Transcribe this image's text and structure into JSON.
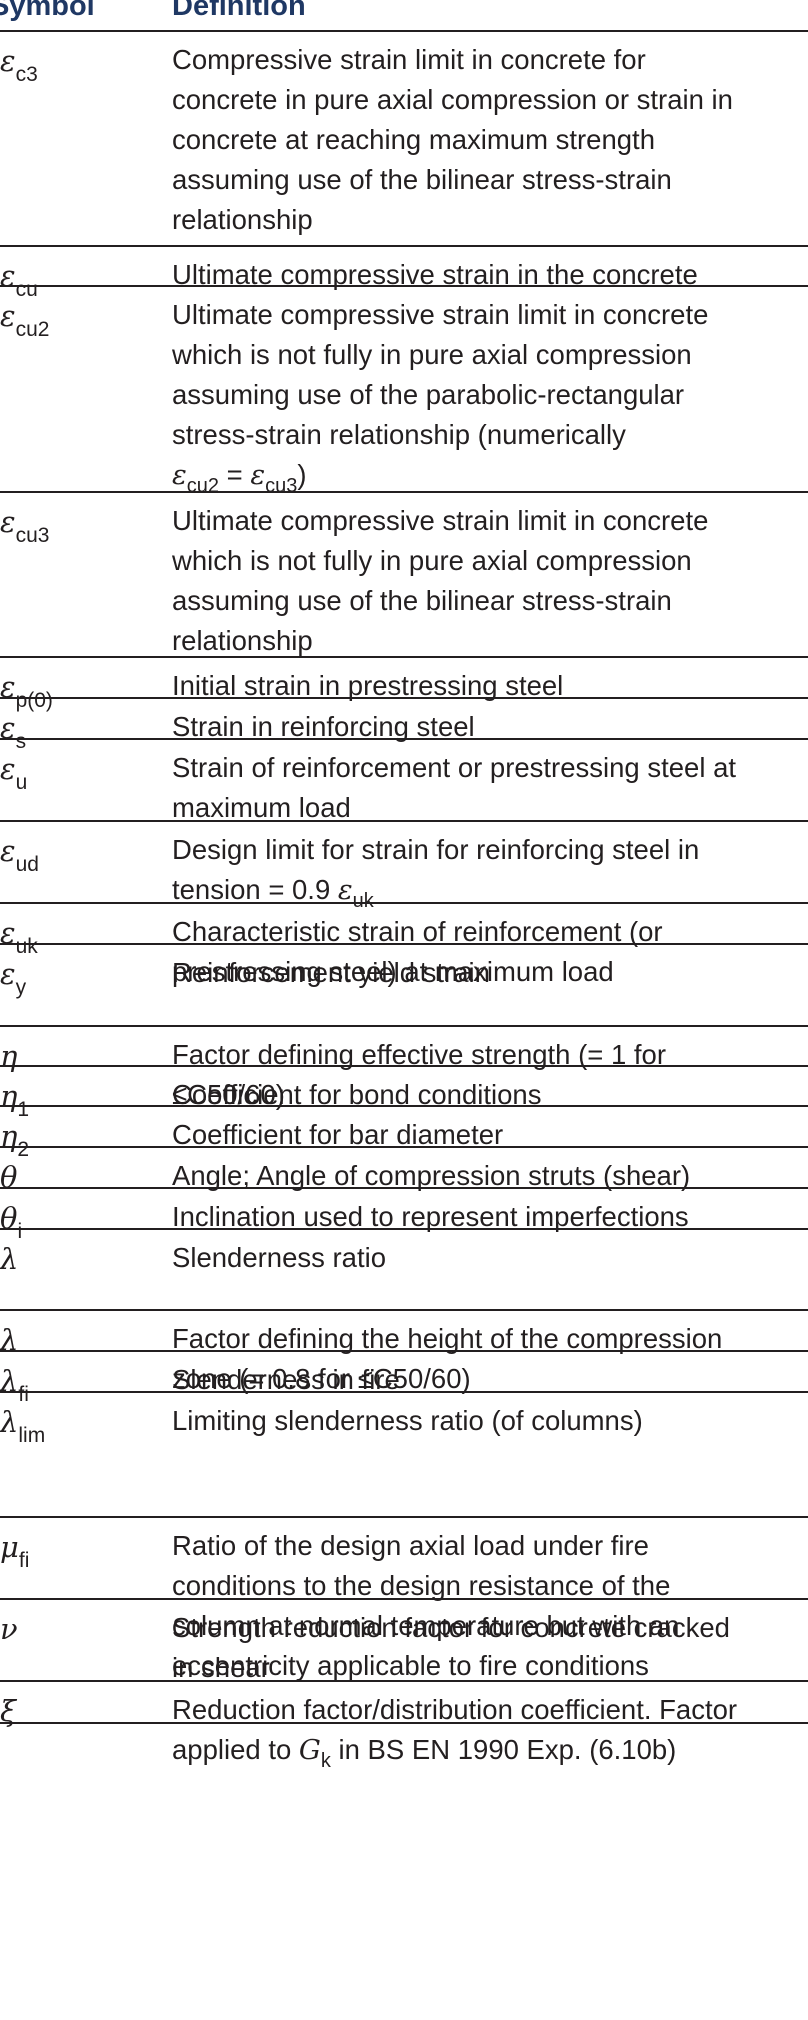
{
  "header": {
    "symbol": "Symbol",
    "definition": "Definition"
  },
  "rows": [
    {
      "symbol": "ε",
      "sub": "c3",
      "lines": [
        "Compressive strain limit in concrete for",
        "concrete in pure axial compression or strain in",
        "concrete at reaching maximum strength",
        "assuming use of the bilinear stress-strain",
        "relationship"
      ]
    },
    {
      "symbol": "ε",
      "sub": "cu",
      "lines": [
        "Ultimate compressive strain in the concrete"
      ]
    },
    {
      "symbol": "ε",
      "sub": "cu2",
      "lines": [
        "Ultimate compressive strain limit in concrete",
        "which is not fully in pure axial compression",
        "assuming use of the parabolic-rectangular",
        "stress-strain relationship (numerically"
      ],
      "eq": {
        "a": "ε",
        "a_sub": "cu2",
        "b": "ε",
        "b_sub": "cu3"
      }
    },
    {
      "symbol": "ε",
      "sub": "cu3",
      "lines": [
        "Ultimate compressive strain limit in concrete",
        "which is not fully in pure axial compression",
        "assuming use of the bilinear stress-strain",
        "relationship"
      ]
    },
    {
      "symbol": "ε",
      "sub": "p(0)",
      "lines": [
        "Initial strain in prestressing steel"
      ]
    },
    {
      "symbol": "ε",
      "sub": "s",
      "lines": [
        "Strain in reinforcing steel"
      ]
    },
    {
      "symbol": "ε",
      "sub": "u",
      "lines": [
        "Strain of reinforcement or prestressing steel at",
        "maximum load"
      ]
    },
    {
      "symbol": "ε",
      "sub": "ud",
      "lines": [
        "Design limit for strain for reinforcing steel in"
      ],
      "tail": {
        "text": "tension = 0.9 ",
        "sym": "ε",
        "sub": "uk"
      }
    },
    {
      "symbol": "ε",
      "sub": "uk",
      "lines": [
        "Characteristic strain of reinforcement (or",
        "prestressing steel) at maximum load"
      ]
    },
    {
      "symbol": "ε",
      "sub": "y",
      "lines": [
        "Reinforcement yield strain"
      ]
    },
    {
      "symbol": "η",
      "sub": "",
      "lines": [
        "Factor defining effective strength (= 1 for",
        "≤C50/60)"
      ]
    },
    {
      "symbol": "η",
      "sub": "1",
      "lines": [
        "Coefficient for bond conditions"
      ]
    },
    {
      "symbol": "η",
      "sub": "2",
      "lines": [
        "Coefficient for bar diameter"
      ]
    },
    {
      "symbol": "θ",
      "sub": "",
      "lines": [
        "Angle; Angle of compression struts (shear)"
      ]
    },
    {
      "symbol": "θ",
      "sub": "i",
      "lines": [
        "Inclination used to represent imperfections"
      ]
    },
    {
      "symbol": "λ",
      "sub": "",
      "lines": [
        "Slenderness ratio"
      ]
    },
    {
      "symbol": "λ",
      "sub": "",
      "lines": [
        "Factor defining the height of the compression",
        "zone (= 0.8 for ≤C50/60)"
      ]
    },
    {
      "symbol": "λ",
      "sub": "fi",
      "lines": [
        "Slenderness in fire"
      ]
    },
    {
      "symbol": "λ",
      "sub": "lim",
      "lines": [
        "Limiting slenderness ratio (of columns)"
      ]
    },
    {
      "symbol": "μ",
      "sub": "fi",
      "lines": [
        "Ratio of the design axial load under fire",
        "conditions to the design resistance of the",
        "column at normal temperature but with an",
        "eccentricity applicable to fire conditions"
      ]
    },
    {
      "symbol": "ν",
      "sub": "",
      "lines": [
        "Strength reduction factor for concrete cracked",
        "in shear"
      ]
    },
    {
      "symbol": "ξ",
      "sub": "",
      "lines": [
        "Reduction factor/distribution coefficient. Factor"
      ],
      "tail": {
        "text": "applied to ",
        "sym": "G",
        "sub": "k",
        "after": " in BS EN 1990 Exp. (6.10b)"
      }
    }
  ]
}
